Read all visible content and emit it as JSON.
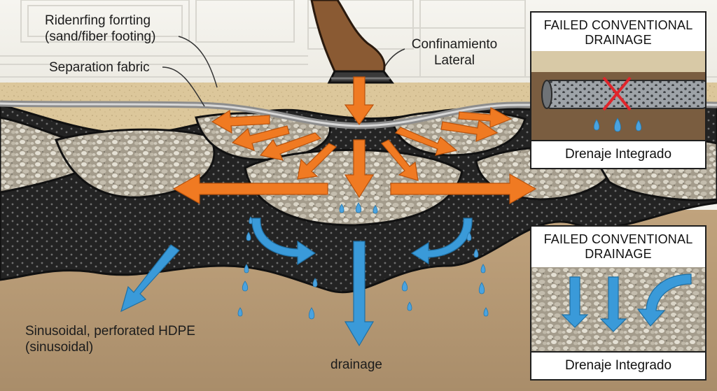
{
  "labels": {
    "riding_footing_line1": "Ridenrfing forrting",
    "riding_footing_line2": "(sand/fiber footing)",
    "separation_fabric": "Separation fabric",
    "lateral_line1": "Confinamiento",
    "lateral_line2": "Lateral",
    "hdpe_line1": "Sinusoidal, perforated HDPE",
    "hdpe_line2": "(sinusoidal)",
    "drainage": "drainage"
  },
  "insets": [
    {
      "title_line1": "FAILED CONVENTIONAL",
      "title_line2": "DRAINAGE",
      "caption": "Drenaje Integrado",
      "icon": "perforated-pipe-with-red-x-icon"
    },
    {
      "title_line1": "FAILED CONVENTIONAL",
      "title_line2": "DRAINAGE",
      "caption": "Drenaje Integrado",
      "icon": "gravel-with-drainage-arrows-icon"
    }
  ],
  "colors": {
    "load_arrows": "#f07a22",
    "water_arrows": "#3a9ad9",
    "geocell": "#1c1c1c",
    "sand": "#dcc79b",
    "soil": "#b39876",
    "fail_mark": "#e0252b"
  }
}
